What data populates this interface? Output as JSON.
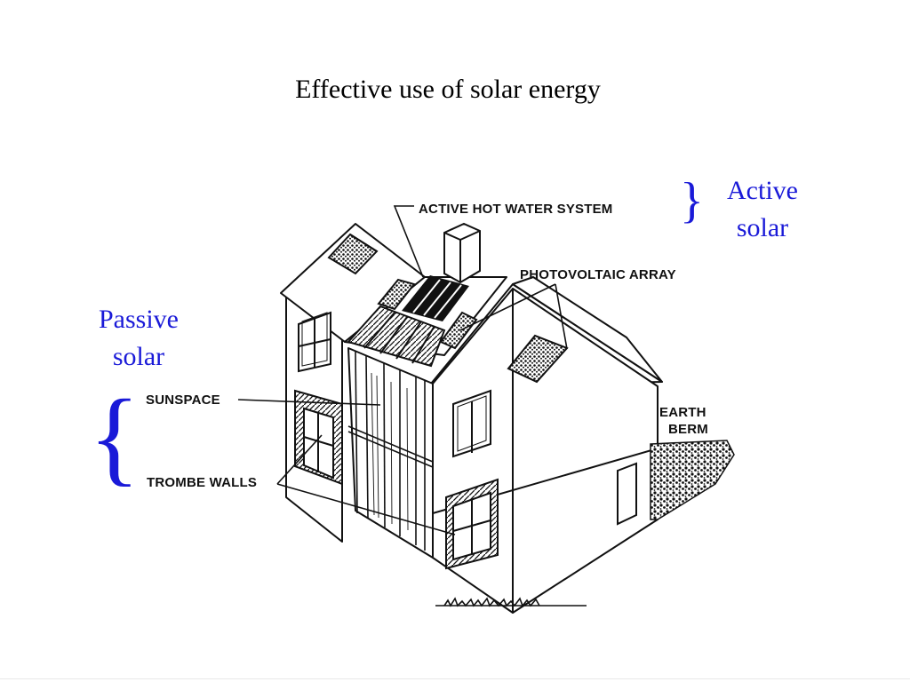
{
  "slide": {
    "title": "Effective use of solar energy",
    "active_label_line1": "Active",
    "active_label_line2": "solar",
    "passive_label_line1": "Passive",
    "passive_label_line2": "solar",
    "brace_active": "}",
    "brace_passive": "{"
  },
  "diagram": {
    "callouts": {
      "hot_water": "ACTIVE  HOT WATER SYSTEM",
      "photovoltaic": "PHOTOVOLTAIC  ARRAY",
      "sunspace": "SUNSPACE",
      "trombe_walls": "TROMBE WALLS",
      "earth_berm_line1": "EARTH",
      "earth_berm_line2": "BERM"
    }
  },
  "colors": {
    "accent_label": "#1a1ad8",
    "line_art": "#111111",
    "background": "#ffffff"
  }
}
